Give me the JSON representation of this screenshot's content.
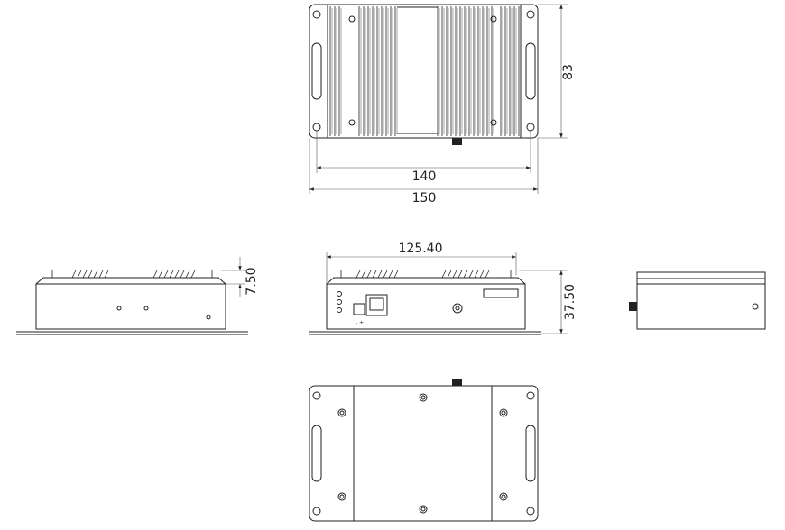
{
  "drawing": {
    "views": [
      "top",
      "left-side",
      "front",
      "right-side",
      "bottom"
    ],
    "line_color": "#222222",
    "dimensions": {
      "top_height": "83",
      "top_hole_spacing": "140",
      "top_overall_width": "150",
      "side_fin_height": "7.50",
      "front_body_width": "125.40",
      "front_height": "37.50"
    },
    "front_panel": {
      "power_terminal_labels": "-  +"
    }
  }
}
